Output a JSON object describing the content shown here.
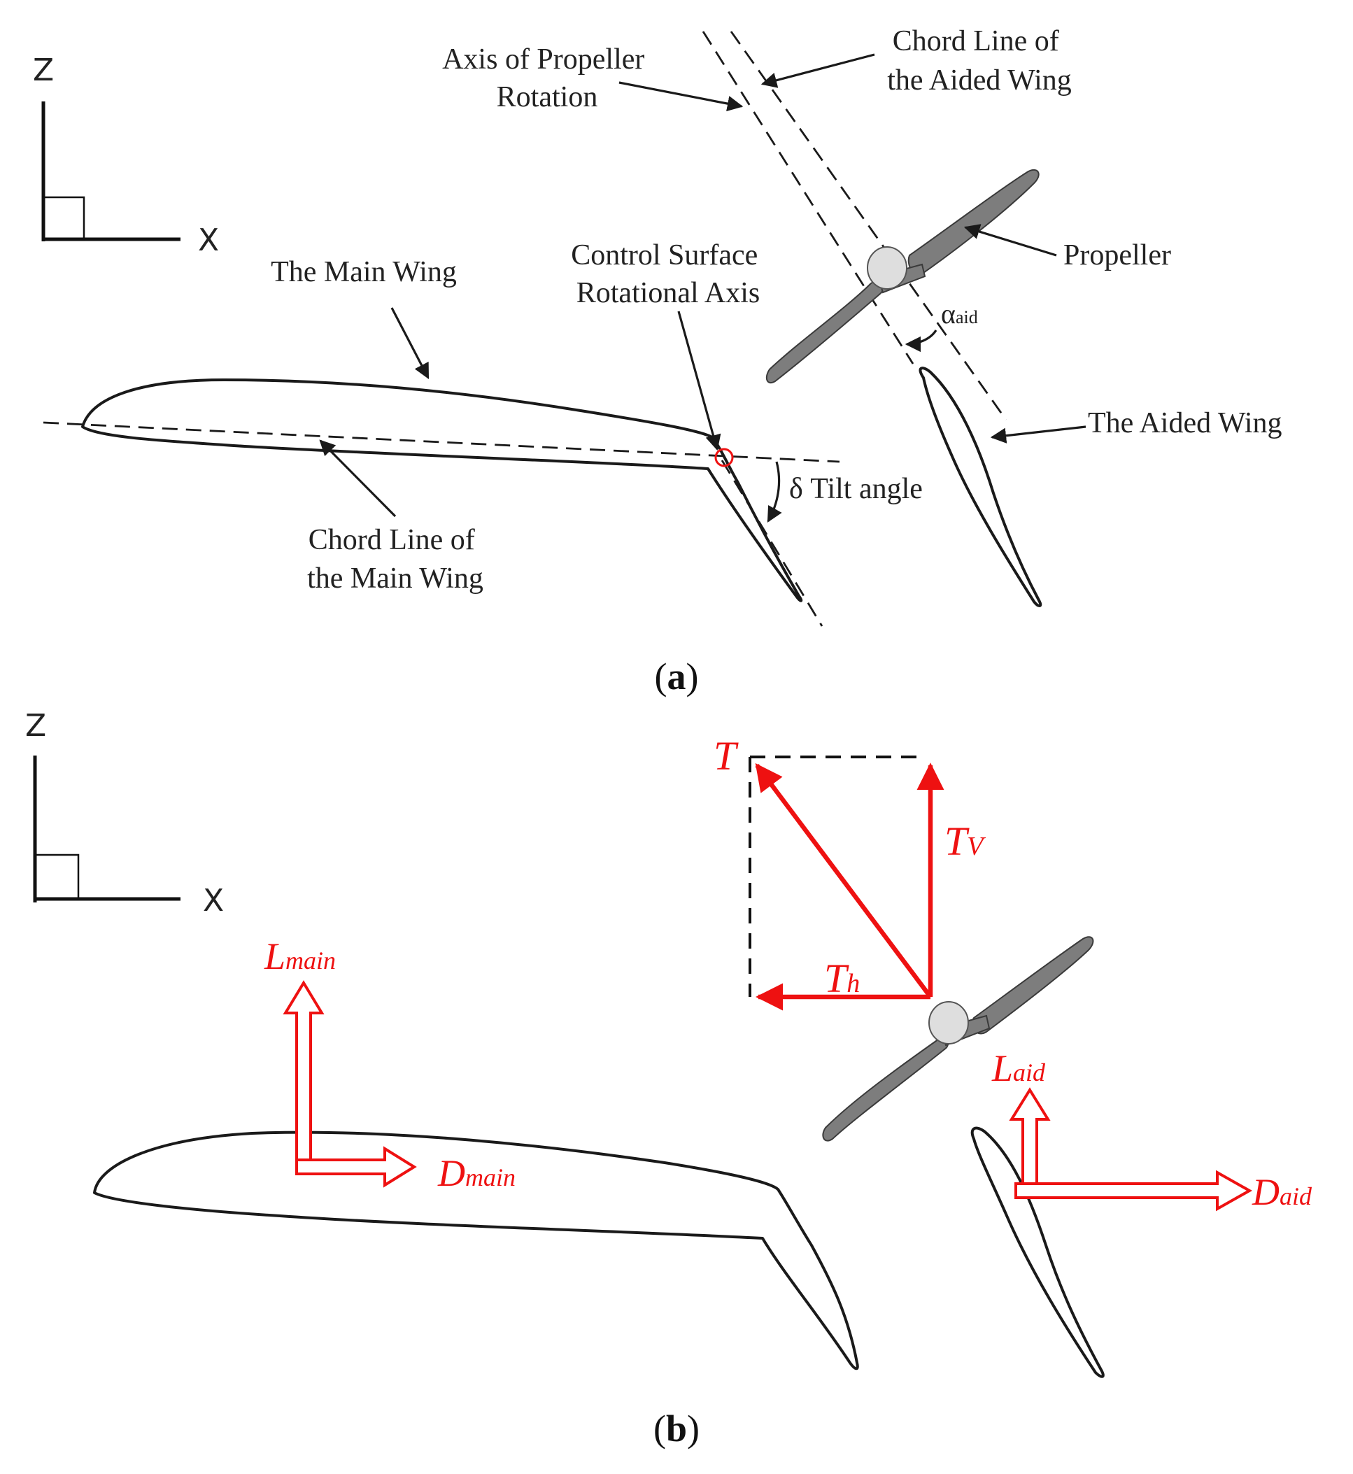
{
  "panel_a": {
    "caption_open": "(",
    "caption_letter": "a",
    "caption_close": ")",
    "axis_z": "Z",
    "axis_x": "X",
    "labels": {
      "axis_of_propeller_line1": "Axis of Propeller",
      "axis_of_propeller_line2": "Rotation",
      "chord_aided_line1": "Chord Line of",
      "chord_aided_line2": "the Aided Wing",
      "propeller": "Propeller",
      "control_surface_line1": "Control Surface",
      "control_surface_line2": "Rotational Axis",
      "main_wing": "The Main Wing",
      "alpha_symbol": "α",
      "alpha_sub": "aid",
      "aided_wing": "The Aided Wing",
      "tilt_angle": "δ Tilt angle",
      "chord_main_line1": "Chord Line of",
      "chord_main_line2": "the Main Wing"
    }
  },
  "panel_b": {
    "caption_open": "(",
    "caption_letter": "b",
    "caption_close": ")",
    "axis_z": "Z",
    "axis_x": "X",
    "forces": {
      "T": "T",
      "Tv_main": "T",
      "Tv_sub": "V",
      "Th_main": "T",
      "Th_sub": "h",
      "Lmain_main": "L",
      "Lmain_sub": "main",
      "Dmain_main": "D",
      "Dmain_sub": "main",
      "Laid_main": "L",
      "Laid_sub": "aid",
      "Daid_main": "D",
      "Daid_sub": "aid"
    }
  },
  "colors": {
    "force": "#ee1111",
    "line": "#1a1a1a",
    "propeller": "#7d7d7d"
  },
  "icons": [
    "propeller-icon",
    "hinge-circle-icon"
  ]
}
